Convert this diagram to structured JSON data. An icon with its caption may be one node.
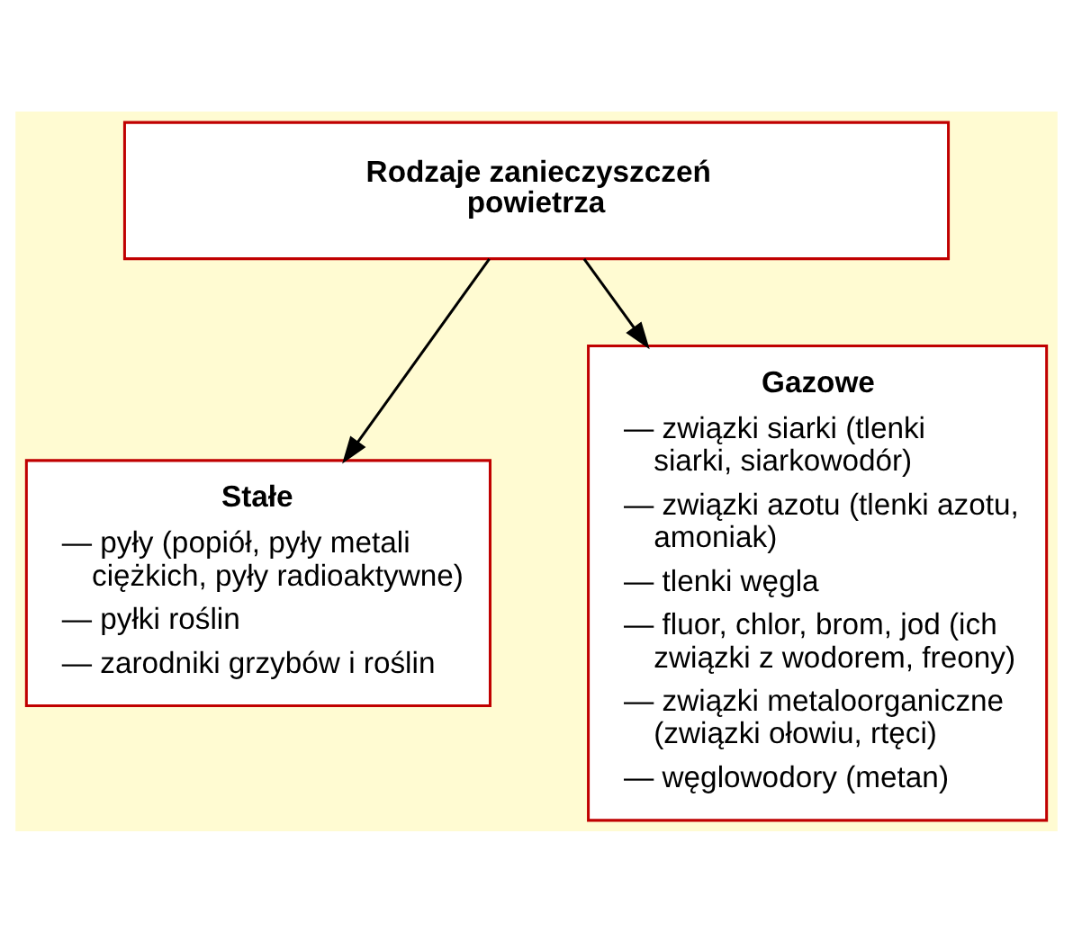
{
  "diagram": {
    "nodes": [
      {
        "text": [
          "Rodzaje zanieczyszczeń powietrza"
        ]
      },
      {
        "text": [
          "Stałe",
          "— pyły (popiół, pyły metali ciężkich, pyły radioaktywne)",
          "— pyłki roślin",
          "— zarodniki grzybów i roślin"
        ]
      },
      {
        "text": [
          "Gazowe",
          "— związki siarki (tlenki siarki, siarkowodór)",
          "— związki azotu (tlenki azotu, amoniak)",
          "— tlenki węgla",
          "— fluor, chlor, brom, jod (ich związki z wodorem, freony)",
          "— związki metaloorganiczne (związki ołowiu, rtęci)",
          "— węglowodory (metan)"
        ]
      }
    ],
    "edges": [
      {
        "from": 0,
        "to": 1,
        "arrow": "to"
      },
      {
        "from": 0,
        "to": 2,
        "arrow": "to"
      }
    ]
  }
}
